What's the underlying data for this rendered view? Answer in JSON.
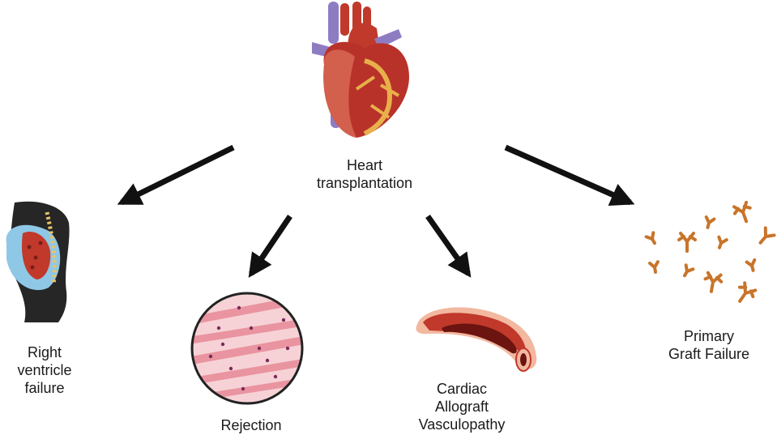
{
  "center": {
    "line1": "Heart",
    "line2": "transplantation",
    "icon": "heart-icon"
  },
  "outcomes": {
    "rvf": {
      "lines": [
        "Right",
        "ventricle",
        "failure"
      ],
      "icon": "torso-heart-icon"
    },
    "rejection": {
      "lines": [
        "Rejection"
      ],
      "icon": "myocardium-tissue-icon"
    },
    "cav": {
      "lines": [
        "Cardiac",
        "Allograft",
        "Vasculopathy"
      ],
      "icon": "vessel-cross-section-icon"
    },
    "pgf": {
      "lines": [
        "Primary",
        "Graft Failure"
      ],
      "icon": "antibodies-icon"
    }
  },
  "colors": {
    "arrow": "#111111",
    "heart": "#c0392b",
    "vein": "#8e7cc3",
    "antibody": "#c8742a",
    "tissue": "#f0a8b0"
  }
}
